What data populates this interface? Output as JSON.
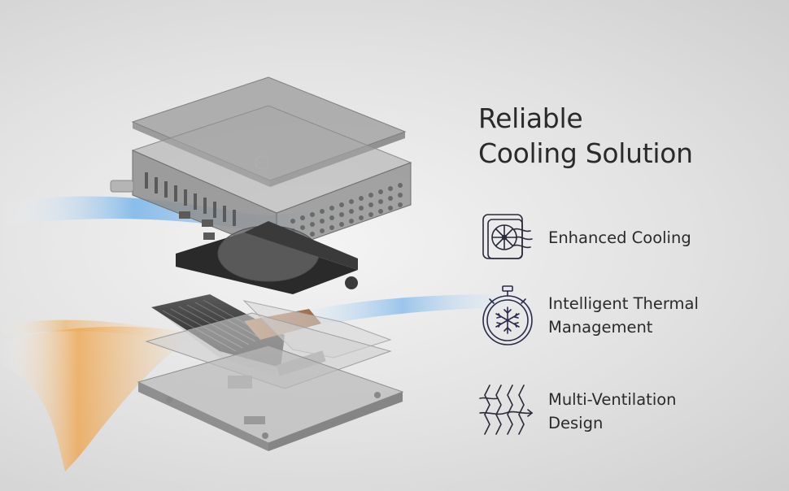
{
  "heading": {
    "line1": "Reliable",
    "line2": "Cooling Solution"
  },
  "features": [
    {
      "icon": "fan-cooling-icon",
      "lines": [
        "Enhanced Cooling"
      ]
    },
    {
      "icon": "stopwatch-snowflake-icon",
      "lines": [
        "Intelligent Thermal",
        "Management"
      ]
    },
    {
      "icon": "ventilation-airflow-icon",
      "lines": [
        "Multi-Ventilation",
        "Design"
      ]
    }
  ],
  "colors": {
    "cool_airflow": "#5aa4e8",
    "warm_airflow": "#f0a44a",
    "icon_stroke": "#2a2a3a",
    "text": "#2a2a2a"
  }
}
